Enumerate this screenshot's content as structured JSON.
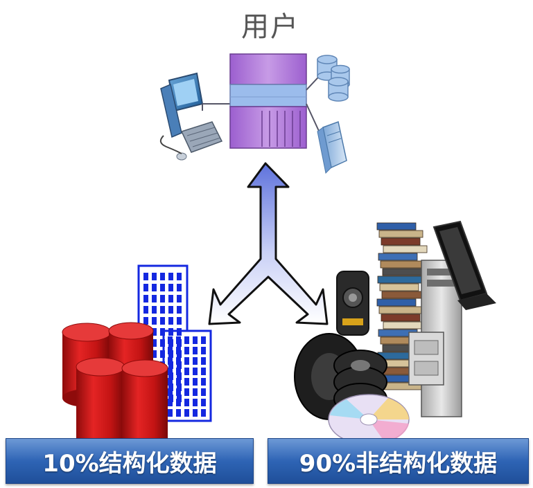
{
  "title": "用户",
  "labels": {
    "structured": "10%结构化数据",
    "unstructured": "90%非结构化数据"
  },
  "colors": {
    "arrow_fill_top": "#6f7fe0",
    "arrow_fill_bottom": "#ffffff",
    "cylinder_red": "#d01818",
    "building_blue": "#1428e0",
    "rack_purple": "#b176d6",
    "rack_band": "#8fb0e8",
    "label_bar_blue": "#2e64b5"
  }
}
